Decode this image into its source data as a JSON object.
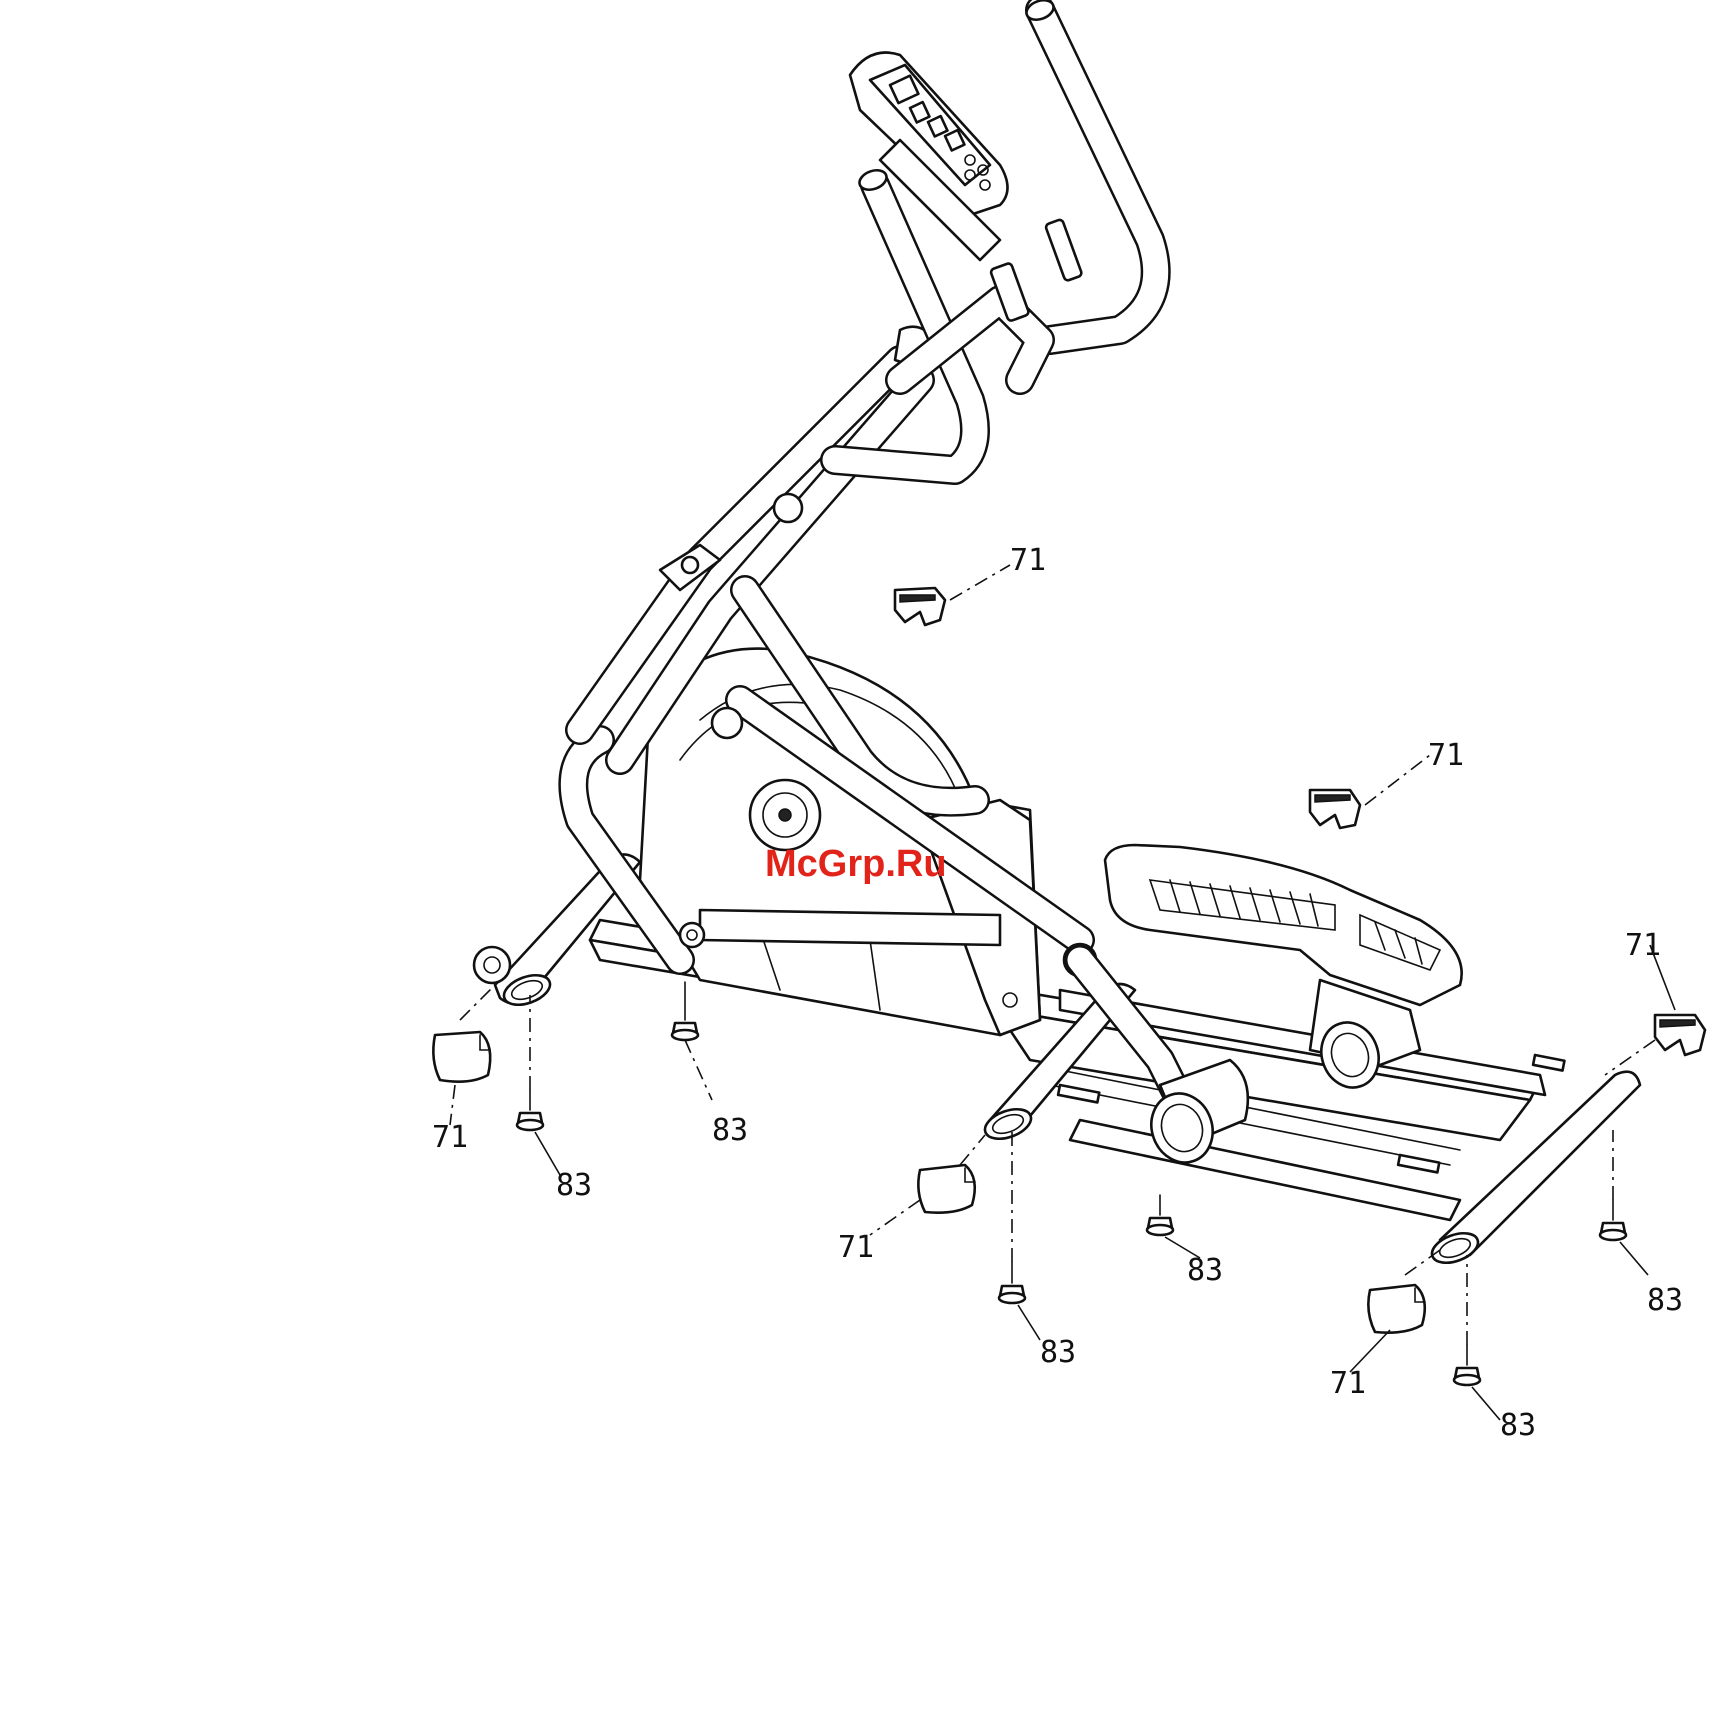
{
  "watermark": {
    "text": "McGrp.Ru",
    "color": "#e2231a"
  },
  "callouts": [
    {
      "id": "c71a",
      "text": "71"
    },
    {
      "id": "c71b",
      "text": "71"
    },
    {
      "id": "c71c",
      "text": "71"
    },
    {
      "id": "c71d",
      "text": "71"
    },
    {
      "id": "c71e",
      "text": "71"
    },
    {
      "id": "c71f",
      "text": "71"
    },
    {
      "id": "c83a",
      "text": "83"
    },
    {
      "id": "c83b",
      "text": "83"
    },
    {
      "id": "c83c",
      "text": "83"
    },
    {
      "id": "c83d",
      "text": "83"
    },
    {
      "id": "c83e",
      "text": "83"
    },
    {
      "id": "c83f",
      "text": "83"
    }
  ]
}
